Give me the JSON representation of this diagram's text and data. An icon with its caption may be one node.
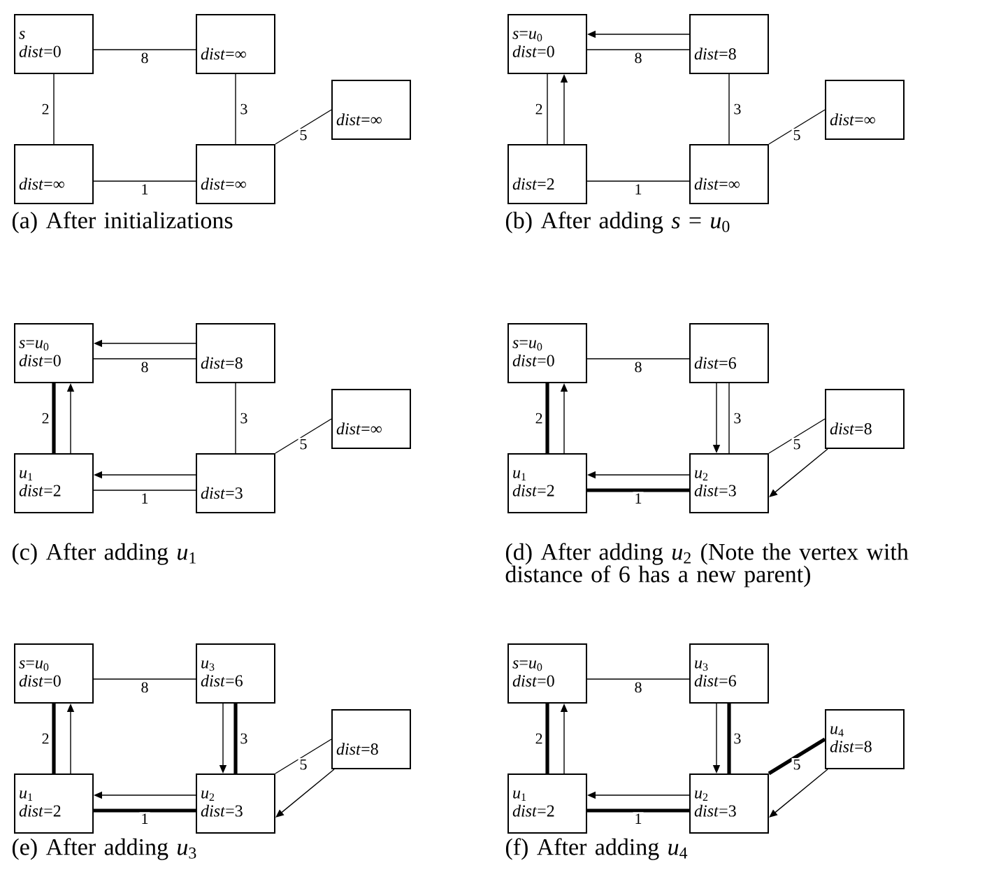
{
  "diagram": {
    "nodes": [
      {
        "text": [
          "*s*",
          "*dist*=0"
        ]
      },
      {
        "text": [
          "*dist*=∞"
        ]
      },
      {
        "text": [
          "*dist*=∞"
        ]
      },
      {
        "text": [
          "*dist*=∞"
        ]
      },
      {
        "text": [
          "*dist*=∞"
        ]
      },
      {
        "text": [
          "*s*=*u*$_{0}$",
          "*dist*=0"
        ]
      },
      {
        "text": [
          "*dist*=8"
        ]
      },
      {
        "text": [
          "*dist*=2"
        ]
      },
      {
        "text": [
          "*dist*=∞"
        ]
      },
      {
        "text": [
          "*dist*=∞"
        ]
      },
      {
        "text": [
          "*s*=*u*$_{0}$",
          "*dist*=0"
        ]
      },
      {
        "text": [
          "*dist*=8"
        ]
      },
      {
        "text": [
          "*u*$_{1}$",
          "*dist*=2"
        ]
      },
      {
        "text": [
          "*dist*=3"
        ]
      },
      {
        "text": [
          "*dist*=∞"
        ]
      },
      {
        "text": [
          "*s*=*u*$_{0}$",
          "*dist*=0"
        ]
      },
      {
        "text": [
          "*dist*=6"
        ]
      },
      {
        "text": [
          "*u*$_{1}$",
          "*dist*=2"
        ]
      },
      {
        "text": [
          "*u*$_{2}$",
          "*dist*=3"
        ]
      },
      {
        "text": [
          "*dist*=8"
        ]
      },
      {
        "text": [
          "*s*=*u*$_{0}$",
          "*dist*=0"
        ]
      },
      {
        "text": [
          "*u*$_{3}$",
          "*dist*=6"
        ]
      },
      {
        "text": [
          "*u*$_{1}$",
          "*dist*=2"
        ]
      },
      {
        "text": [
          "*u*$_{2}$",
          "*dist*=3"
        ]
      },
      {
        "text": [
          "*dist*=8"
        ]
      },
      {
        "text": [
          "*s*=*u*$_{0}$",
          "*dist*=0"
        ]
      },
      {
        "text": [
          "*u*$_{3}$",
          "*dist*=6"
        ]
      },
      {
        "text": [
          "*u*$_{1}$",
          "*dist*=2"
        ]
      },
      {
        "text": [
          "*u*$_{2}$",
          "*dist*=3"
        ]
      },
      {
        "text": [
          "*u*$_{4}$",
          "*dist*=8"
        ]
      }
    ],
    "edges": [
      {
        "from": 0,
        "to": 1,
        "arrow": "none",
        "label": "8"
      },
      {
        "from": 0,
        "to": 2,
        "arrow": "none",
        "label": "2"
      },
      {
        "from": 2,
        "to": 3,
        "arrow": "none",
        "label": "1"
      },
      {
        "from": 1,
        "to": 3,
        "arrow": "none",
        "label": "3"
      },
      {
        "from": 3,
        "to": 4,
        "arrow": "none",
        "label": "5"
      },
      {
        "from": 5,
        "to": 6,
        "arrow": "none",
        "label": "8"
      },
      {
        "from": 5,
        "to": 7,
        "arrow": "none",
        "label": "2"
      },
      {
        "from": 7,
        "to": 8,
        "arrow": "none",
        "label": "1"
      },
      {
        "from": 6,
        "to": 8,
        "arrow": "none",
        "label": "3"
      },
      {
        "from": 8,
        "to": 9,
        "arrow": "none",
        "label": "5"
      },
      {
        "from": 6,
        "to": 5,
        "arrow": "to"
      },
      {
        "from": 7,
        "to": 5,
        "arrow": "to"
      },
      {
        "from": 10,
        "to": 11,
        "arrow": "none",
        "label": "8"
      },
      {
        "from": 10,
        "to": 12,
        "arrow": "none",
        "label": "2",
        "style": "thick"
      },
      {
        "from": 12,
        "to": 13,
        "arrow": "none",
        "label": "1"
      },
      {
        "from": 11,
        "to": 13,
        "arrow": "none",
        "label": "3"
      },
      {
        "from": 13,
        "to": 14,
        "arrow": "none",
        "label": "5"
      },
      {
        "from": 11,
        "to": 10,
        "arrow": "to"
      },
      {
        "from": 12,
        "to": 10,
        "arrow": "to"
      },
      {
        "from": 13,
        "to": 12,
        "arrow": "to"
      },
      {
        "from": 15,
        "to": 16,
        "arrow": "none",
        "label": "8"
      },
      {
        "from": 15,
        "to": 17,
        "arrow": "none",
        "label": "2",
        "style": "thick"
      },
      {
        "from": 17,
        "to": 18,
        "arrow": "none",
        "label": "1",
        "style": "thick"
      },
      {
        "from": 16,
        "to": 18,
        "arrow": "none",
        "label": "3"
      },
      {
        "from": 18,
        "to": 19,
        "arrow": "none",
        "label": "5"
      },
      {
        "from": 17,
        "to": 15,
        "arrow": "to"
      },
      {
        "from": 16,
        "to": 18,
        "arrow": "to"
      },
      {
        "from": 18,
        "to": 17,
        "arrow": "to"
      },
      {
        "from": 19,
        "to": 18,
        "arrow": "to"
      },
      {
        "from": 20,
        "to": 21,
        "arrow": "none",
        "label": "8"
      },
      {
        "from": 20,
        "to": 22,
        "arrow": "none",
        "label": "2",
        "style": "thick"
      },
      {
        "from": 22,
        "to": 23,
        "arrow": "none",
        "label": "1",
        "style": "thick"
      },
      {
        "from": 21,
        "to": 23,
        "arrow": "none",
        "label": "3",
        "style": "thick"
      },
      {
        "from": 23,
        "to": 24,
        "arrow": "none",
        "label": "5"
      },
      {
        "from": 22,
        "to": 20,
        "arrow": "to"
      },
      {
        "from": 21,
        "to": 23,
        "arrow": "to"
      },
      {
        "from": 23,
        "to": 22,
        "arrow": "to"
      },
      {
        "from": 24,
        "to": 23,
        "arrow": "to"
      },
      {
        "from": 25,
        "to": 26,
        "arrow": "none",
        "label": "8"
      },
      {
        "from": 25,
        "to": 27,
        "arrow": "none",
        "label": "2",
        "style": "thick"
      },
      {
        "from": 27,
        "to": 28,
        "arrow": "none",
        "label": "1",
        "style": "thick"
      },
      {
        "from": 26,
        "to": 28,
        "arrow": "none",
        "label": "3",
        "style": "thick"
      },
      {
        "from": 28,
        "to": 29,
        "arrow": "none",
        "label": "5",
        "style": "thick"
      },
      {
        "from": 27,
        "to": 25,
        "arrow": "to"
      },
      {
        "from": 26,
        "to": 28,
        "arrow": "to"
      },
      {
        "from": 28,
        "to": 27,
        "arrow": "to"
      },
      {
        "from": 29,
        "to": 28,
        "arrow": "to"
      }
    ],
    "labels": [
      "(a) After initializations",
      "(b) After adding *s* = *u*$_{0}$",
      "(c) After adding *u*$_{1}$",
      "(d) After adding *u*$_{2}$ (Note the vertex with distance of 6 has a new parent)",
      "(e) After adding *u*$_{3}$",
      "(f) After adding *u*$_{4}$"
    ]
  }
}
